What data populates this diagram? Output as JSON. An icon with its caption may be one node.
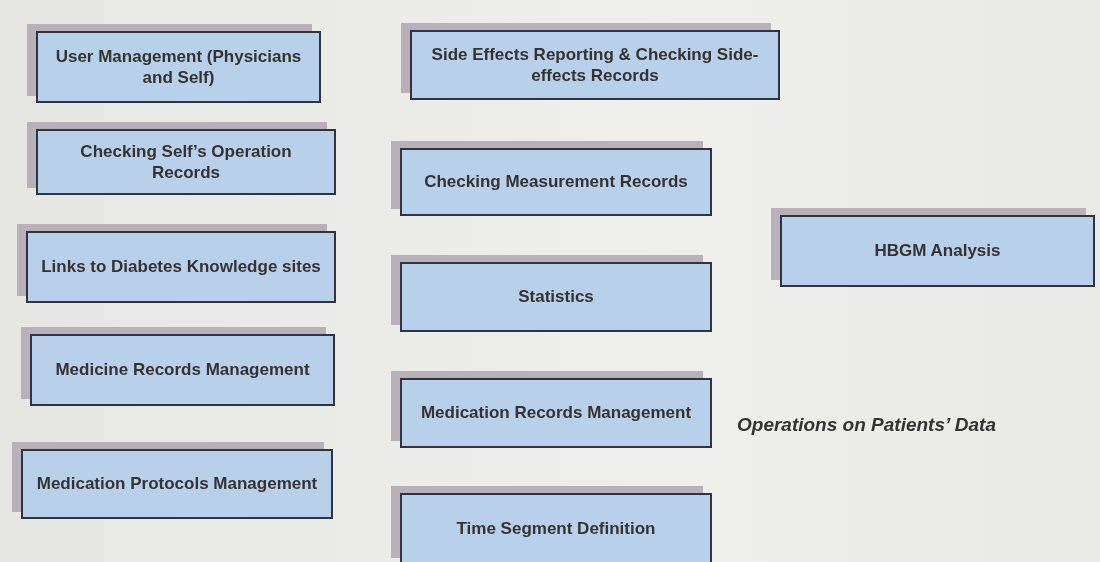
{
  "diagram": {
    "nodes": [
      {
        "text": [
          "User Management (Physicians and Self)"
        ]
      },
      {
        "text": [
          "Checking Self’s Operation Records"
        ]
      },
      {
        "text": [
          "Links to Diabetes Knowledge sites"
        ]
      },
      {
        "text": [
          "Medicine Records Management"
        ]
      },
      {
        "text": [
          "Medication Protocols Management"
        ]
      },
      {
        "text": [
          "Side Effects Reporting & Checking Side-effects Records"
        ]
      },
      {
        "text": [
          "Checking Measurement Records"
        ]
      },
      {
        "text": [
          "Statistics"
        ]
      },
      {
        "text": [
          "Medication Records Management"
        ]
      },
      {
        "text": [
          "Time Segment Definition"
        ]
      },
      {
        "text": [
          "HBGM Analysis"
        ]
      }
    ],
    "edges": [],
    "labels": [
      "Operations on Patients’ Data"
    ]
  }
}
